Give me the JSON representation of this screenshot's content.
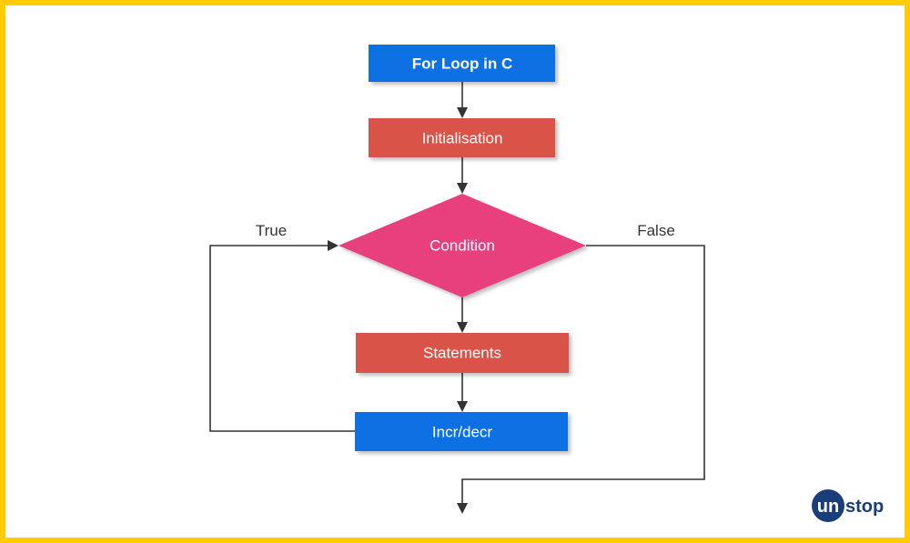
{
  "diagram": {
    "title": "For Loop in C",
    "nodes": {
      "init": "Initialisation",
      "condition": "Condition",
      "statements": "Statements",
      "incr": "Incr/decr"
    },
    "edges": {
      "true_label": "True",
      "false_label": "False"
    }
  },
  "logo": {
    "text": "unstop",
    "prefix": "un",
    "suffix": "stop"
  },
  "colors": {
    "border": "#FFCC00",
    "blue": "#0B6FE3",
    "red": "#D9534A",
    "pink": "#E73F7C",
    "logo": "#1A3E7A"
  }
}
